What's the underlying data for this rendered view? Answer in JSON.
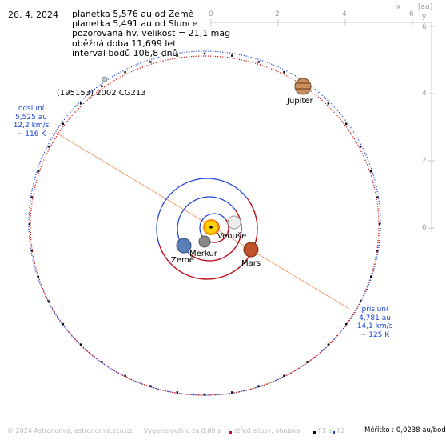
{
  "date": "26. 4. 2024",
  "info_lines": [
    "planetka 5,576 au od Země",
    "planetka 5,491 au od Slunce",
    "pozorovaná hv. velikost = 21,1 mag",
    "oběžná doba 11,699 let",
    "interval bodů 106,8 dnů"
  ],
  "asteroid_label": "(195153) 2002 CG213",
  "aphelion": {
    "title": "odsluní",
    "distance": "5,525 au",
    "speed": "12,2 km/s",
    "temp": "~ 116 K"
  },
  "perihelion": {
    "title": "přísluní",
    "distance": "4,781 au",
    "speed": "14,1 km/s",
    "temp": "~ 125 K"
  },
  "planets": {
    "jupiter": "Jupiter",
    "venus": "Venuše",
    "mercury": "Merkur",
    "earth": "Země",
    "mars": "Mars"
  },
  "scale": {
    "x_unit": "x",
    "unit": "[au]",
    "y_unit": "y",
    "x_ticks": [
      "0",
      "2",
      "4",
      "6"
    ],
    "y_ticks": [
      "6",
      "4",
      "2",
      "0"
    ]
  },
  "footer": {
    "copyright": "© 2024 Astronomia, astronomia.zcu.cz",
    "generated": "Vygenerováno za 0,09 s",
    "legend_center": "střed elipsy, ohniska",
    "legend_f1": "F1 a",
    "legend_f2": "F2",
    "scale_text": "Měřítko : 0,0238 au/bod"
  },
  "colors": {
    "orbit_blue": "#2244dd",
    "orbit_red": "#d01010",
    "label_blue": "#1a44d6",
    "apsis_line": "#f0a070",
    "axis_gray": "#c8c8c8",
    "footer_gray": "#b8b8b8"
  }
}
